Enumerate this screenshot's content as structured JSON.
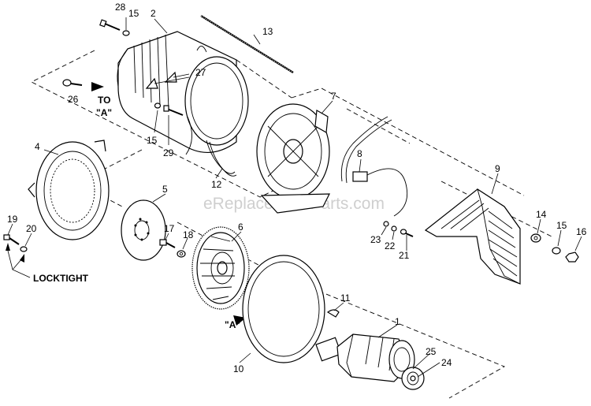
{
  "diagram": {
    "watermark": "eReplacementParts.com",
    "callouts": {
      "c1": "1",
      "c2": "2",
      "c4": "4",
      "c5": "5",
      "c6": "6",
      "c7": "7",
      "c8": "8",
      "c9": "9",
      "c10": "10",
      "c11": "11",
      "c12": "12",
      "c13": "13",
      "c14": "14",
      "c15a": "15",
      "c15b": "15",
      "c15c": "15",
      "c16": "16",
      "c17": "17",
      "c18": "18",
      "c19": "19",
      "c20": "20",
      "c21": "21",
      "c22": "22",
      "c23": "23",
      "c24": "24",
      "c25": "25",
      "c26": "26",
      "c27": "27",
      "c28": "28",
      "c29": "29"
    },
    "notes": {
      "to_word": "TO",
      "to_ref": "\"A\"",
      "ref_a": "\"A\"",
      "locktight": "LOCKTIGHT"
    }
  }
}
